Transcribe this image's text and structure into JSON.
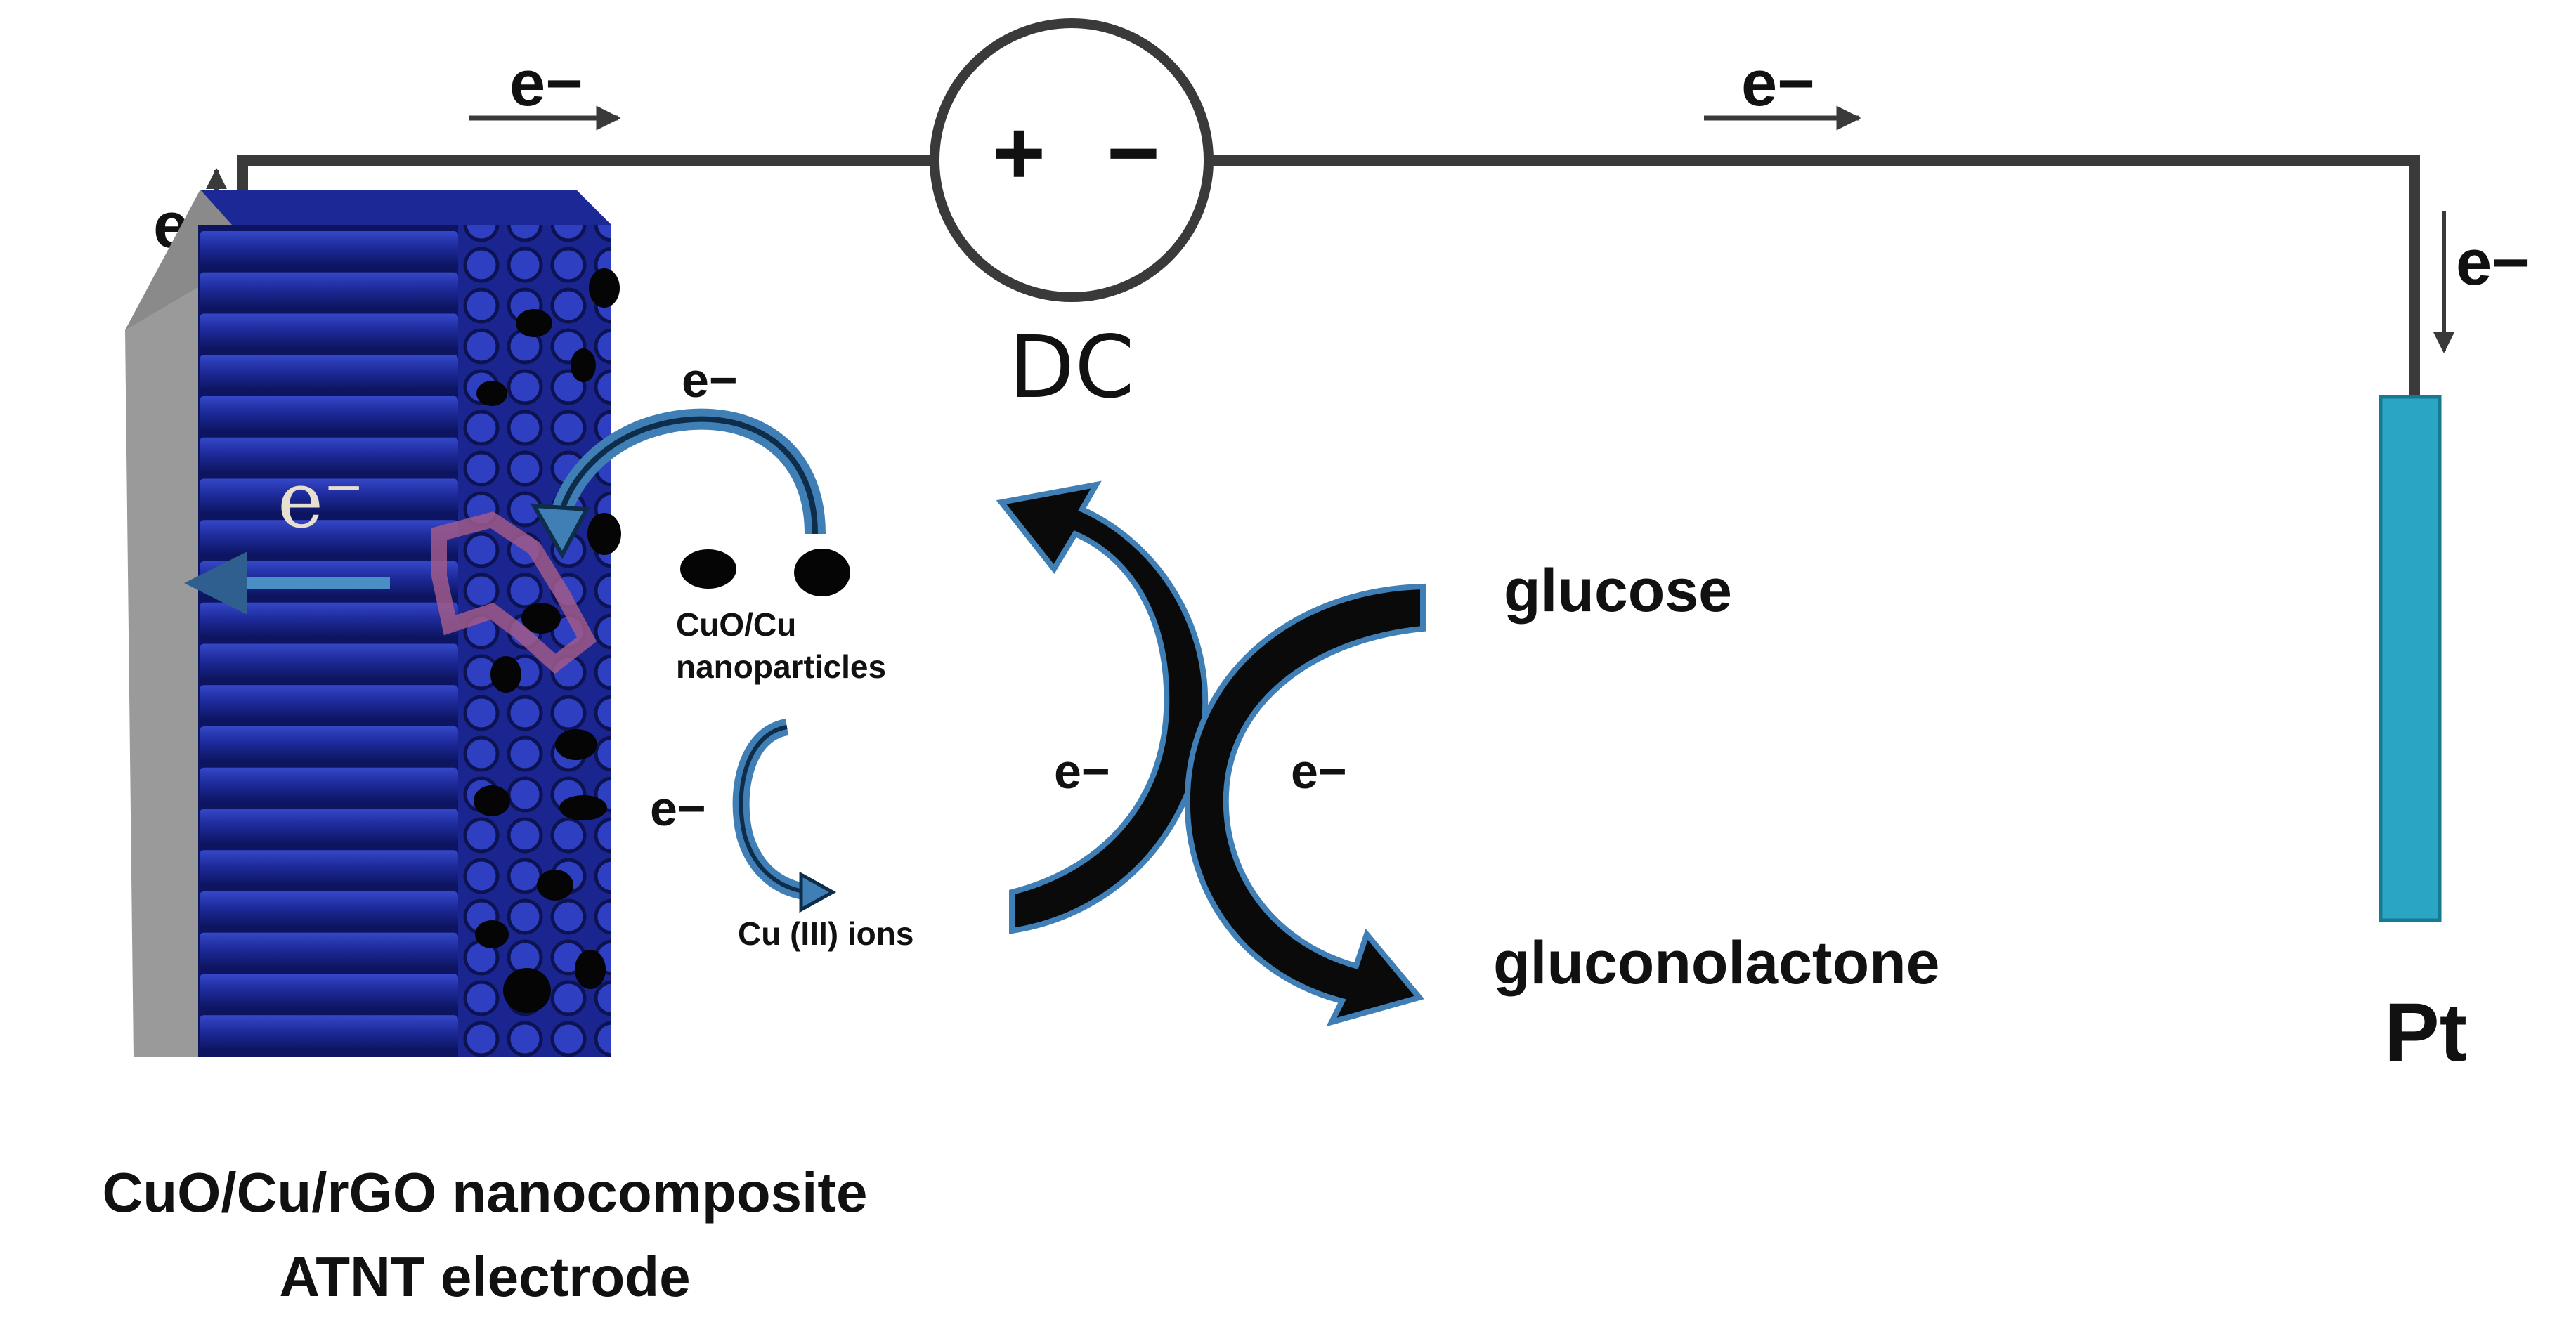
{
  "labels": {
    "e_left_vertical": "e",
    "e_top_left": "e−",
    "e_top_right": "e−",
    "e_right_vertical": "e−",
    "dc_source": "DC",
    "plus_sign": "+",
    "minus_sign": "−",
    "e_inner": "e⁻",
    "e_upper_arc": "e−",
    "cuo_np_line1": "CuO/Cu",
    "cuo_np_line2": "nanoparticles",
    "e_lower_arc": "e−",
    "cu3_ions": "Cu (III) ions",
    "e_cross_left": "e−",
    "e_cross_right": "e−",
    "glucose": "glucose",
    "gluconolactone": "gluconolactone",
    "pt": "Pt",
    "caption_line1": "CuO/Cu/rGO nanocomposite",
    "caption_line2": "ATNT electrode"
  },
  "colors": {
    "wire": "#3a3a3a",
    "electrode_blue": "#1e2b9c",
    "electrode_dark": "#10175e",
    "electrode_support": "#9a9a9a",
    "pt_electrode": "#2aa6c4",
    "arrow_fill": "#0a0a0a",
    "arrow_outline": "#3f7fb5",
    "electron_arrow": "#4a8fc4",
    "highlight": "#a05a8a"
  }
}
